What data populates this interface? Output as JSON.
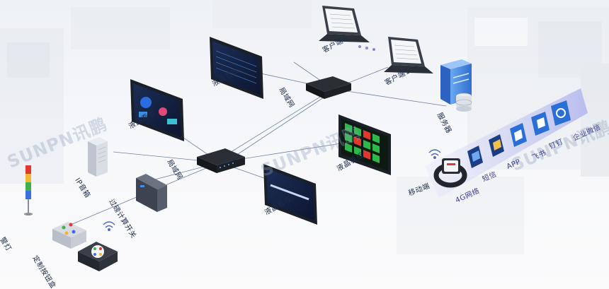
{
  "watermark": "SUNPN讯鹏",
  "labels": {
    "client1": "客户端1",
    "clientn": "客户端n",
    "server": "服务器",
    "lan_top": "局域网",
    "lan_mid": "局域网",
    "lcd_top": "液晶看板",
    "lcd_left": "液晶看板",
    "lcd_right": "液晶看板",
    "lcd_bottom": "液晶看板",
    "ip_speaker": "IP音箱",
    "counter": "过磅计算开关",
    "alarm_light": "警灯",
    "button_box": "定制按钮盒",
    "mobile": "移动端",
    "mobile_4g": "4G网络",
    "sms": "短信",
    "dingtalk": "钉钉",
    "app": "APP",
    "feishu": "飞书",
    "wecom": "企业微信"
  },
  "colors": {
    "accent": "#3b6fd8",
    "device_dark": "#22252b",
    "band": "#c9cdf2"
  }
}
